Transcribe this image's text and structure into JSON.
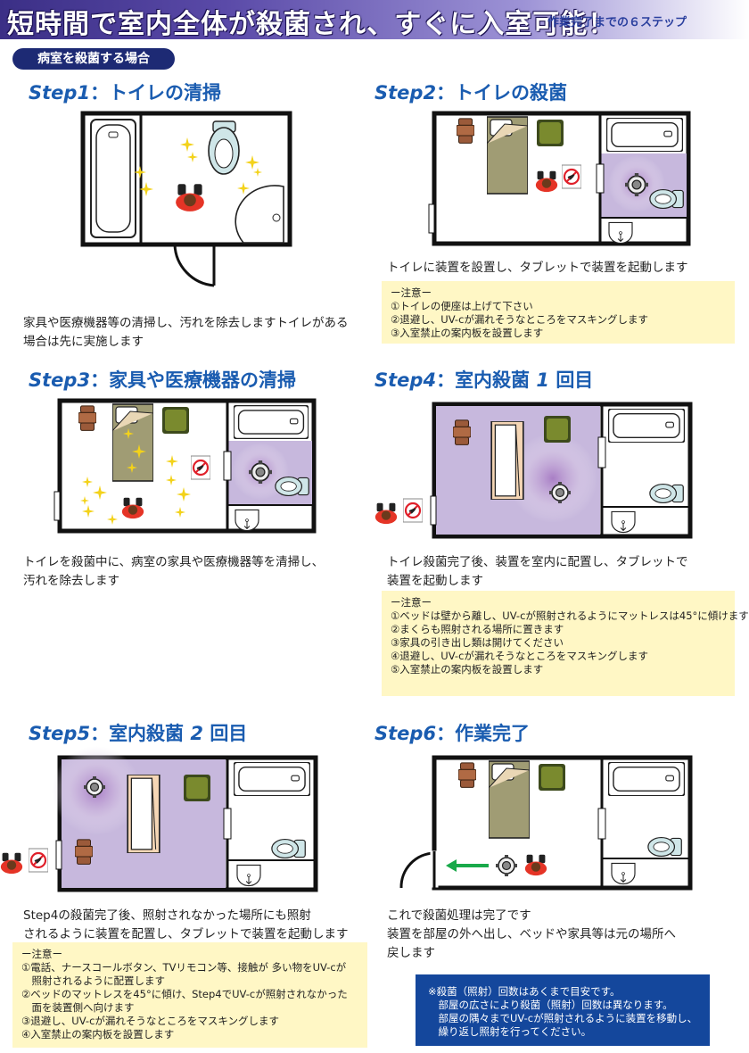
{
  "header": {
    "title": "短時間で室内全体が殺菌され、すぐに入室可能！",
    "subtitle": "作業完了までの６ステップ"
  },
  "section_label": "病室を殺菌する場合",
  "steps": [
    {
      "num": "Step1",
      "sep": "：",
      "title": "トイレの清掃",
      "desc": [
        "家具や医療機器等の清掃し、汚れを除去しますトイレがある",
        "場合は先に実施します"
      ]
    },
    {
      "num": "Step2",
      "sep": "：",
      "title": "トイレの殺菌",
      "desc": [
        "トイレに装置を設置し、タブレットで装置を起動します"
      ],
      "note": [
        "ー注意ー",
        "①トイレの便座は上げて下さい",
        "②退避し、UV-cが漏れそうなところをマスキングします",
        "③入室禁止の案内板を設置します"
      ]
    },
    {
      "num": "Step3",
      "sep": "：",
      "title": "家具や医療機器の清掃",
      "desc": [
        "トイレを殺菌中に、病室の家具や医療機器等を清掃し、",
        "汚れを除去します"
      ]
    },
    {
      "num": "Step4",
      "sep": "：",
      "title": "室内殺菌",
      "count": "1",
      "unit": "回目",
      "desc": [
        "トイレ殺菌完了後、装置を室内に配置し、タブレットで",
        "装置を起動します"
      ],
      "note": [
        "ー注意ー",
        "①ベッドは壁から離し、UV-cが照射されるようにマットレスは45°に傾けます",
        "②まくらも照射される場所に置きます",
        "③家具の引き出し類は開けてください",
        "④退避し、UV-cが漏れそうなところをマスキングします",
        "⑤入室禁止の案内板を設置します"
      ]
    },
    {
      "num": "Step5",
      "sep": "：",
      "title": "室内殺菌",
      "count": "2",
      "unit": "回目",
      "desc": [
        "Step4の殺菌完了後、照射されなかった場所にも照射",
        "されるように装置を配置し、タブレットで装置を起動します"
      ],
      "note": [
        "ー注意ー",
        "①電話、ナースコールボタン、TVリモコン等、接触が 多い物をUV-cが",
        "　照射されるように配置します",
        "②ベッドのマットレスを45°に傾け、Step4でUV-cが照射されなかった",
        "　面を装置側へ向けます",
        "③退避し、UV-cが漏れそうなところをマスキングします",
        "④入室禁止の案内板を設置します"
      ]
    },
    {
      "num": "Step6",
      "sep": "：",
      "title": "作業完了",
      "desc": [
        "これで殺菌処理は完了です",
        "装置を部屋の外へ出し、ベッドや家具等は元の場所へ",
        "戻します"
      ]
    }
  ],
  "footnote": [
    "※殺菌（照射）回数はあくまで目安です。",
    "　部屋の広さにより殺菌（照射）回数は異なります。",
    "　部屋の隅々までUV-cが照射されるように装置を移動し、",
    "　繰り返し照射を行ってください。"
  ],
  "colors": {
    "title_blue": "#1a5cb0",
    "uv_purple": "#c7b8dd",
    "note_yellow": "#fff7c5",
    "navy": "#1d2a74"
  }
}
